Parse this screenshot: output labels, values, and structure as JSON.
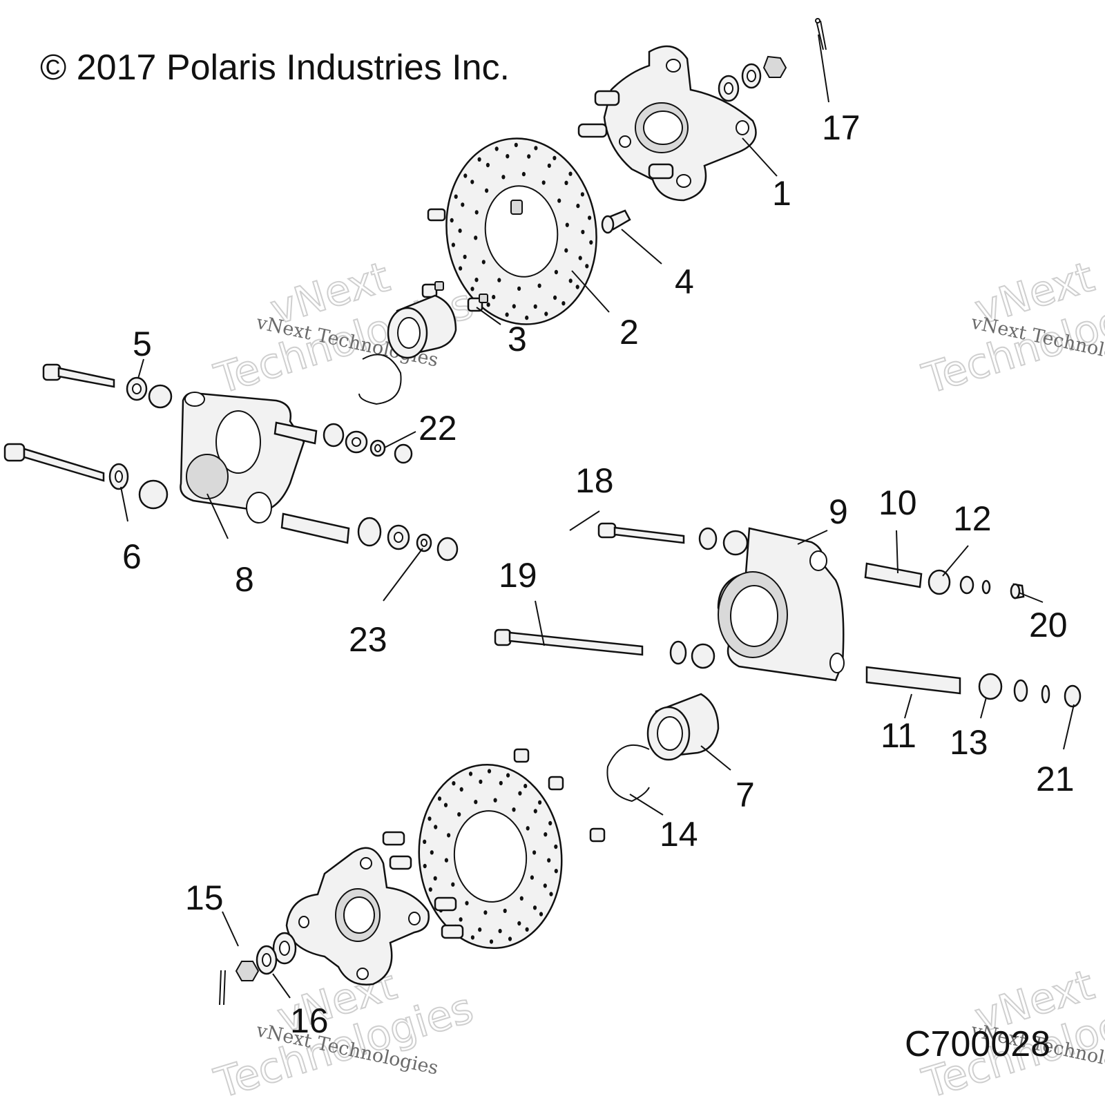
{
  "copyright": "© 2017 Polaris Industries Inc.",
  "drawing_id": "C700028",
  "watermarks": {
    "small": "vNext Technologies",
    "big_line1": "vNext",
    "big_line2": "Technologies"
  },
  "callouts": [
    {
      "n": "1"
    },
    {
      "n": "2"
    },
    {
      "n": "3"
    },
    {
      "n": "4"
    },
    {
      "n": "5"
    },
    {
      "n": "6"
    },
    {
      "n": "7"
    },
    {
      "n": "8"
    },
    {
      "n": "9"
    },
    {
      "n": "10"
    },
    {
      "n": "11"
    },
    {
      "n": "12"
    },
    {
      "n": "13"
    },
    {
      "n": "14"
    },
    {
      "n": "15"
    },
    {
      "n": "16"
    },
    {
      "n": "17"
    },
    {
      "n": "18"
    },
    {
      "n": "19"
    },
    {
      "n": "20"
    },
    {
      "n": "21"
    },
    {
      "n": "22"
    },
    {
      "n": "23"
    }
  ]
}
